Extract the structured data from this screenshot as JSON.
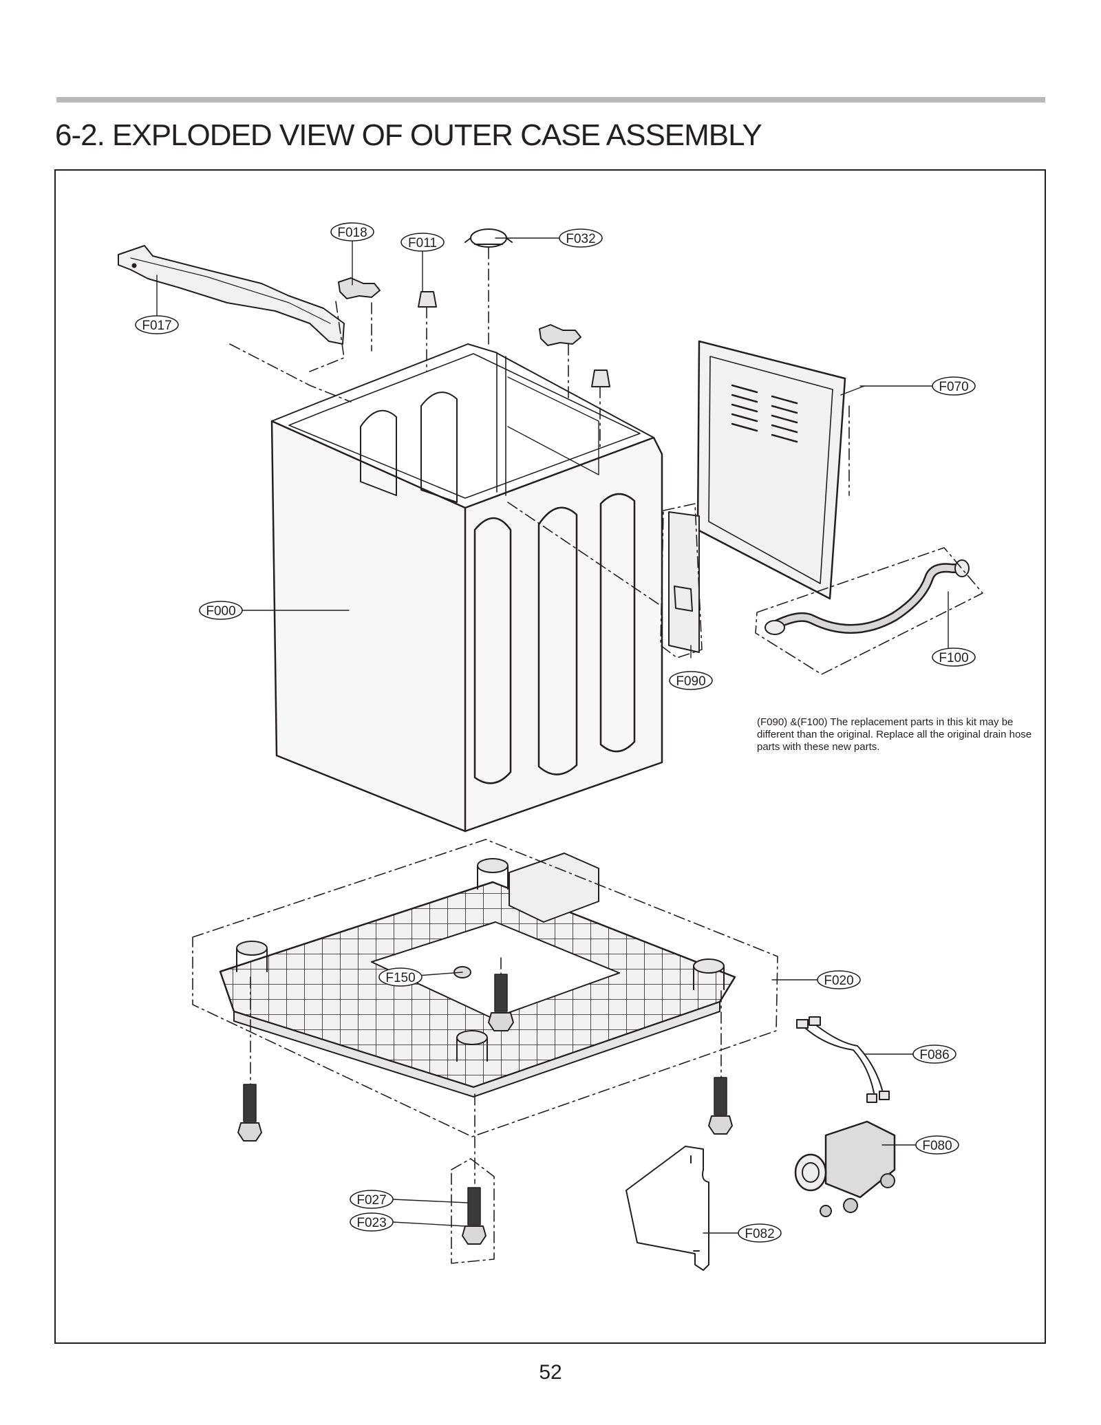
{
  "page": {
    "section_title": "6-2. EXPLODED VIEW OF OUTER CASE ASSEMBLY",
    "page_number": "52"
  },
  "diagram": {
    "callouts": {
      "f000": "F000",
      "f011": "F011",
      "f017": "F017",
      "f018": "F018",
      "f020": "F020",
      "f023": "F023",
      "f027": "F027",
      "f032": "F032",
      "f070": "F070",
      "f080": "F080",
      "f082": "F082",
      "f086": "F086",
      "f090": "F090",
      "f100": "F100",
      "f150": "F150"
    },
    "note": "(F090) &(F100) The replacement parts in this kit may be different than the original. Replace all the original drain hose parts with these new parts."
  },
  "colors": {
    "ink": "#231f20",
    "rule": "#b9b9b9",
    "part_fill": "#e6e6e6"
  }
}
